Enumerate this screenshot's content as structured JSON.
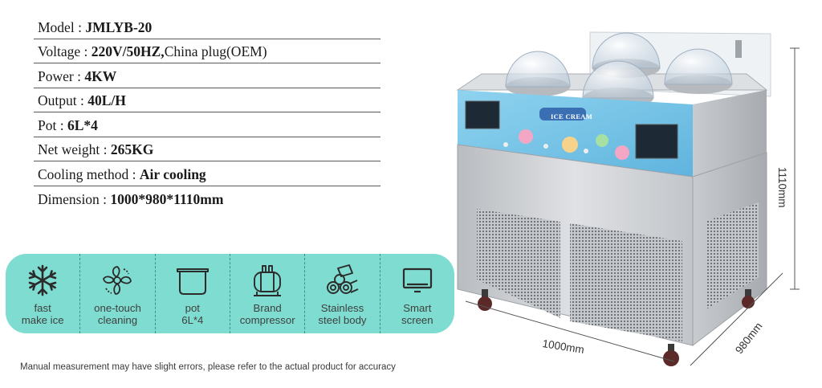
{
  "specs": [
    {
      "label": "Model : ",
      "value": "JMLYB-20",
      "tail": ""
    },
    {
      "label": "Voltage : ",
      "value": "220V/50HZ,",
      "tail": "China plug(OEM)"
    },
    {
      "label": "Power : ",
      "value": "4KW",
      "tail": ""
    },
    {
      "label": "Output : ",
      "value": "40L/H",
      "tail": ""
    },
    {
      "label": "Pot : ",
      "value": "6L*4",
      "tail": ""
    },
    {
      "label": "Net weight : ",
      "value": "265KG",
      "tail": ""
    },
    {
      "label": "Cooling method : ",
      "value": "Air cooling",
      "tail": ""
    },
    {
      "label": "Dimension : ",
      "value": "1000*980*1110mm",
      "tail": ""
    }
  ],
  "features": [
    {
      "icon": "snowflake-icon",
      "label": "fast\nmake ice"
    },
    {
      "icon": "fan-icon",
      "label": "one-touch\ncleaning"
    },
    {
      "icon": "pot-icon",
      "label": "pot\n6L*4"
    },
    {
      "icon": "compressor-icon",
      "label": "Brand\ncompressor"
    },
    {
      "icon": "steel-pipes-icon",
      "label": "Stainless\nsteel body"
    },
    {
      "icon": "monitor-icon",
      "label": "Smart\nscreen"
    }
  ],
  "disclaimer": "Manual measurement may have slight errors, please refer to the actual product for accuracy",
  "dimensions": {
    "height": "1110mm",
    "width": "1000mm",
    "depth": "980mm"
  },
  "product": {
    "panel_text": "ICE CREAM"
  },
  "colors": {
    "feature_bar": "#7fdcd0",
    "panel_blue": "#7ec8e8",
    "steel": "#c9ccd0"
  }
}
